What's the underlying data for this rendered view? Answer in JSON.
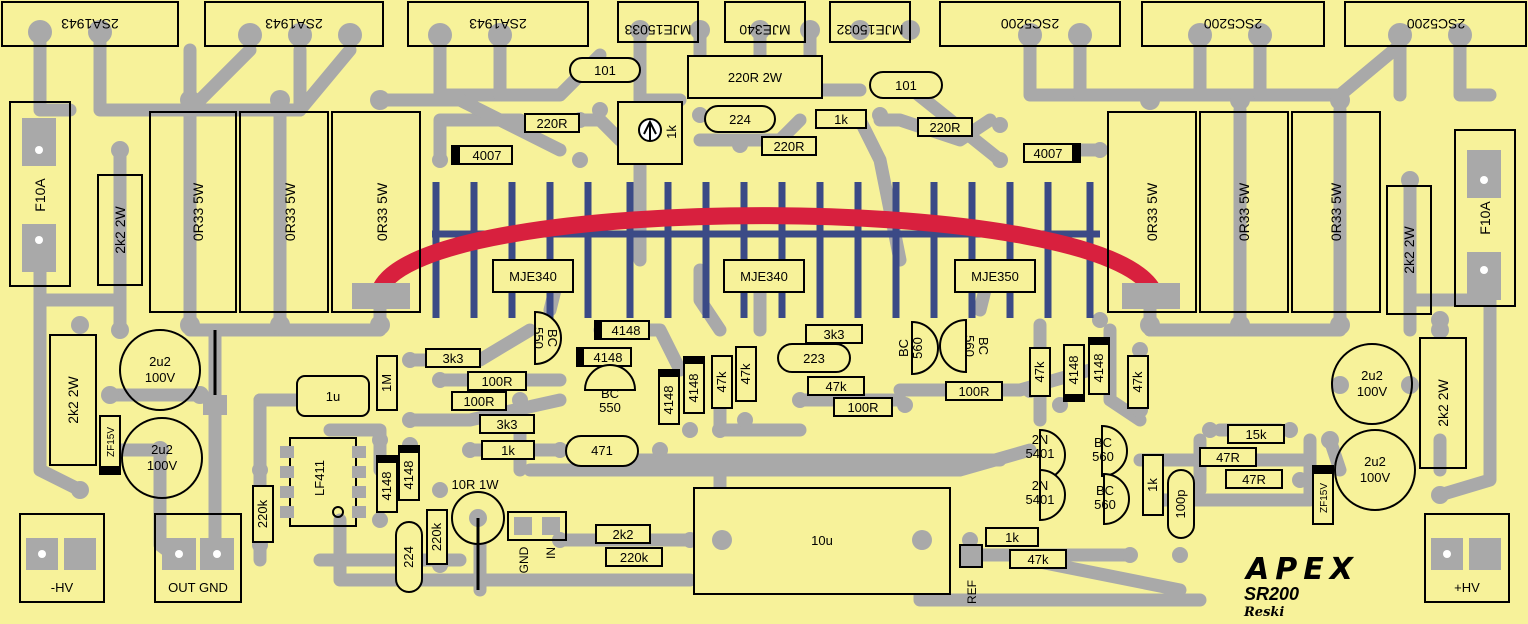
{
  "colors": {
    "board": "#f7f29a",
    "trace": "#a9a9a9",
    "outline": "#000000",
    "heatsink": "#3b4a86",
    "thermal": "#d8203e"
  },
  "output_transistors_left": [
    "2SA1943",
    "2SA1943",
    "2SA1943"
  ],
  "driver_transistors_top": [
    "MJE15033",
    "MJE340",
    "MJE15032"
  ],
  "output_transistors_right": [
    "2SC5200",
    "2SC5200",
    "2SC5200"
  ],
  "emitter_resistors": [
    "0R33 5W",
    "0R33 5W",
    "0R33 5W",
    "0R33 5W",
    "0R33 5W",
    "0R33 5W"
  ],
  "fuses": [
    "F10A",
    "F10A"
  ],
  "rail_resistors": [
    "2k2 2W",
    "2k2 2W",
    "2k2 2W",
    "2k2 2W"
  ],
  "heatsink_transistors": [
    "MJE340",
    "MJE340",
    "MJE350"
  ],
  "small_transistors": [
    "BC\n550",
    "BC\n550",
    "BC\n560",
    "BC\n560",
    "BC\n560",
    "BC\n560",
    "2N\n5401",
    "2N\n5401"
  ],
  "capacitors": {
    "rail_left_1": [
      "2u2",
      "100V"
    ],
    "rail_left_2": [
      "2u2",
      "100V"
    ],
    "rail_right_1": [
      "2u2",
      "100V"
    ],
    "rail_right_2": [
      "2u2",
      "100V"
    ],
    "c101_a": "101",
    "c101_b": "101",
    "c224_top": "224",
    "c223": "223",
    "c471": "471",
    "c1u": "1u",
    "c224_bot": "224",
    "c100p": "100p",
    "c10u": "10u"
  },
  "resistors": {
    "r220r_2w": "220R 2W",
    "r220r_a": "220R",
    "r220r_b": "220R",
    "r220r_c": "220R",
    "r1k_top": "1k",
    "trim_1k": "1k",
    "r3k3_a": "3k3",
    "r3k3_b": "3k3",
    "r3k3_c": "3k3",
    "r100r_a": "100R",
    "r100r_b": "100R",
    "r100r_c": "100R",
    "r100r_d": "100R",
    "r1k_mid": "1k",
    "r1m": "1M",
    "r47k_a": "47k",
    "r47k_b": "47k",
    "r47k_c": "47k",
    "r47k_d": "47k",
    "r47k_e": "47k",
    "r47k_f": "47k",
    "r15k": "15k",
    "r47r_a": "47R",
    "r47r_b": "47R",
    "r1k_v": "1k",
    "r1k_ref": "1k",
    "r220k_a": "220k",
    "r220k_b": "220k",
    "r220k_c": "220k",
    "r2k2": "2k2",
    "r10r_1w": "10R 1W"
  },
  "diodes": {
    "d4007_a": "4007",
    "d4007_b": "4007",
    "d4148": [
      "4148",
      "4148",
      "4148",
      "4148",
      "4148",
      "4148",
      "4148",
      "4148"
    ],
    "zener_left": "ZF15V",
    "zener_right": "ZF15V"
  },
  "ic_label": "LF411",
  "connectors": {
    "minus_hv": "-HV",
    "out_gnd": "OUT GND",
    "plus_hv": "+HV",
    "gnd": "GND",
    "in": "IN",
    "ref": "REF"
  },
  "branding": {
    "logo": "APEX",
    "model": "SR200",
    "author": "Reski"
  }
}
